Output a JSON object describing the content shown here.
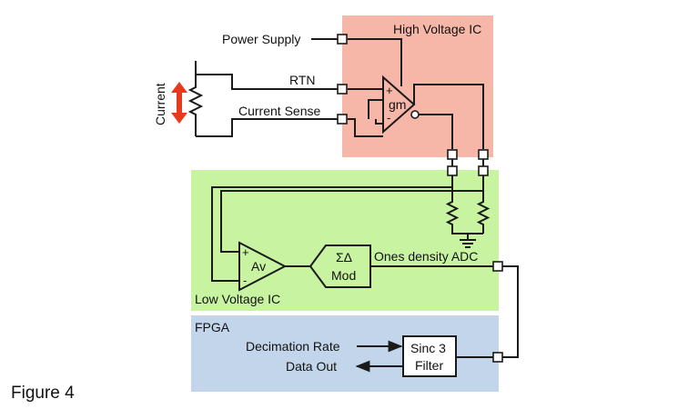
{
  "colors": {
    "high_voltage_region": "#F7B7A8",
    "low_voltage_region": "#C8F4A2",
    "fpga_region": "#C3D5EA",
    "current_arrow": "#E6391E",
    "wire": "#1A1A1A"
  },
  "regions": {
    "high_voltage_ic": "High Voltage IC",
    "low_voltage_ic": "Low Voltage IC",
    "fpga": "FPGA"
  },
  "signals": {
    "power_supply": "Power Supply",
    "rtn": "RTN",
    "current_sense": "Current Sense",
    "current": "Current",
    "ones_density_adc": "Ones density ADC",
    "decimation_rate": "Decimation Rate",
    "data_out": "Data Out"
  },
  "blocks": {
    "gm_amp": {
      "label": "gm",
      "plus": "+",
      "minus": "-"
    },
    "av_amp": {
      "label": "Av",
      "plus": "+",
      "minus": "-"
    },
    "sigma_delta": {
      "line1": "ΣΔ",
      "line2": "Mod"
    },
    "sinc_filter": {
      "line1": "Sinc 3",
      "line2": "Filter"
    }
  },
  "caption": "Figure 4"
}
